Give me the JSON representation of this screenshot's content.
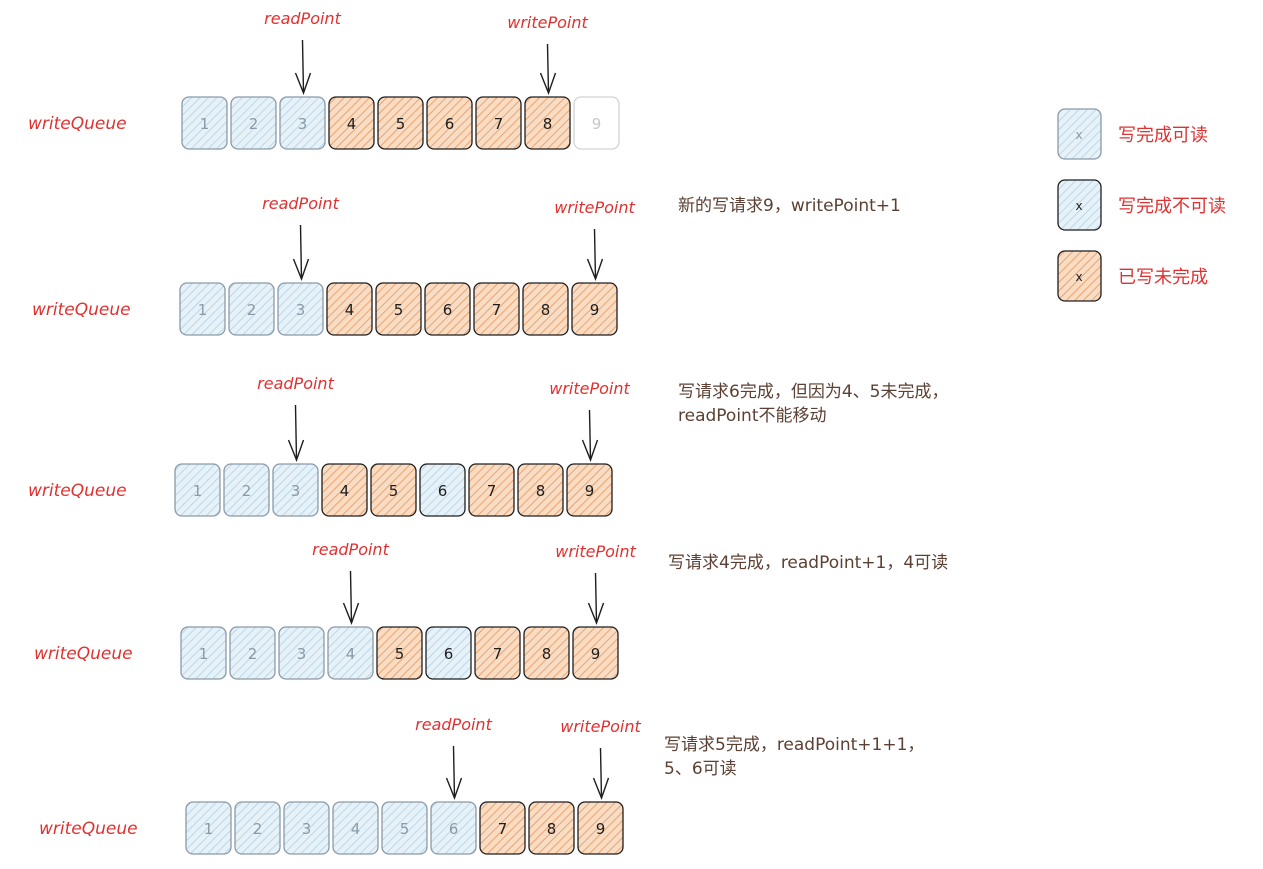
{
  "legend": {
    "items": [
      {
        "key": "done_readable",
        "symbol": "x",
        "label": "写完成可读"
      },
      {
        "key": "done_unreadable",
        "symbol": "x",
        "label": "写完成不可读"
      },
      {
        "key": "pending",
        "symbol": "x",
        "label": "已写未完成"
      }
    ]
  },
  "colors": {
    "done_readable_fill": "#dcebf5",
    "done_readable_stroke": "#8a9aa8",
    "done_readable_text": "#8a9aa8",
    "done_unreadable_fill": "#dcebf5",
    "done_unreadable_stroke": "#1e1e1e",
    "done_unreadable_text": "#1e1e1e",
    "pending_fill": "#f6c9a4",
    "pending_stroke": "#1e1e1e",
    "pending_text": "#1e1e1e",
    "empty_stroke": "#d3d3d3",
    "empty_text": "#c8c8c8",
    "label_red": "#e03131",
    "note_brown": "#5c4033"
  },
  "rows": [
    {
      "queue_label": "writeQueue",
      "read_label": "readPoint",
      "write_label": "writePoint",
      "cells": [
        {
          "value": "1",
          "state": "done_readable"
        },
        {
          "value": "2",
          "state": "done_readable"
        },
        {
          "value": "3",
          "state": "done_readable"
        },
        {
          "value": "4",
          "state": "pending"
        },
        {
          "value": "5",
          "state": "pending"
        },
        {
          "value": "6",
          "state": "pending"
        },
        {
          "value": "7",
          "state": "pending"
        },
        {
          "value": "8",
          "state": "pending"
        },
        {
          "value": "9",
          "state": "empty"
        }
      ],
      "read_index": 2,
      "write_index": 7,
      "note": []
    },
    {
      "queue_label": "writeQueue",
      "read_label": "readPoint",
      "write_label": "writePoint",
      "cells": [
        {
          "value": "1",
          "state": "done_readable"
        },
        {
          "value": "2",
          "state": "done_readable"
        },
        {
          "value": "3",
          "state": "done_readable"
        },
        {
          "value": "4",
          "state": "pending"
        },
        {
          "value": "5",
          "state": "pending"
        },
        {
          "value": "6",
          "state": "pending"
        },
        {
          "value": "7",
          "state": "pending"
        },
        {
          "value": "8",
          "state": "pending"
        },
        {
          "value": "9",
          "state": "pending"
        }
      ],
      "read_index": 2,
      "write_index": 8,
      "note": [
        "新的写请求9，writePoint+1"
      ]
    },
    {
      "queue_label": "writeQueue",
      "read_label": "readPoint",
      "write_label": "writePoint",
      "cells": [
        {
          "value": "1",
          "state": "done_readable"
        },
        {
          "value": "2",
          "state": "done_readable"
        },
        {
          "value": "3",
          "state": "done_readable"
        },
        {
          "value": "4",
          "state": "pending"
        },
        {
          "value": "5",
          "state": "pending"
        },
        {
          "value": "6",
          "state": "done_unreadable"
        },
        {
          "value": "7",
          "state": "pending"
        },
        {
          "value": "8",
          "state": "pending"
        },
        {
          "value": "9",
          "state": "pending"
        }
      ],
      "read_index": 2,
      "write_index": 8,
      "note": [
        "写请求6完成，但因为4、5未完成，",
        "readPoint不能移动"
      ]
    },
    {
      "queue_label": "writeQueue",
      "read_label": "readPoint",
      "write_label": "writePoint",
      "cells": [
        {
          "value": "1",
          "state": "done_readable"
        },
        {
          "value": "2",
          "state": "done_readable"
        },
        {
          "value": "3",
          "state": "done_readable"
        },
        {
          "value": "4",
          "state": "done_readable"
        },
        {
          "value": "5",
          "state": "pending"
        },
        {
          "value": "6",
          "state": "done_unreadable"
        },
        {
          "value": "7",
          "state": "pending"
        },
        {
          "value": "8",
          "state": "pending"
        },
        {
          "value": "9",
          "state": "pending"
        }
      ],
      "read_index": 3,
      "write_index": 8,
      "note": [
        "写请求4完成，readPoint+1，4可读"
      ]
    },
    {
      "queue_label": "writeQueue",
      "read_label": "readPoint",
      "write_label": "writePoint",
      "cells": [
        {
          "value": "1",
          "state": "done_readable"
        },
        {
          "value": "2",
          "state": "done_readable"
        },
        {
          "value": "3",
          "state": "done_readable"
        },
        {
          "value": "4",
          "state": "done_readable"
        },
        {
          "value": "5",
          "state": "done_readable"
        },
        {
          "value": "6",
          "state": "done_readable"
        },
        {
          "value": "7",
          "state": "pending"
        },
        {
          "value": "8",
          "state": "pending"
        },
        {
          "value": "9",
          "state": "pending"
        }
      ],
      "read_index": 5,
      "write_index": 8,
      "note": [
        "写请求5完成，readPoint+1+1，",
        "5、6可读"
      ]
    }
  ]
}
